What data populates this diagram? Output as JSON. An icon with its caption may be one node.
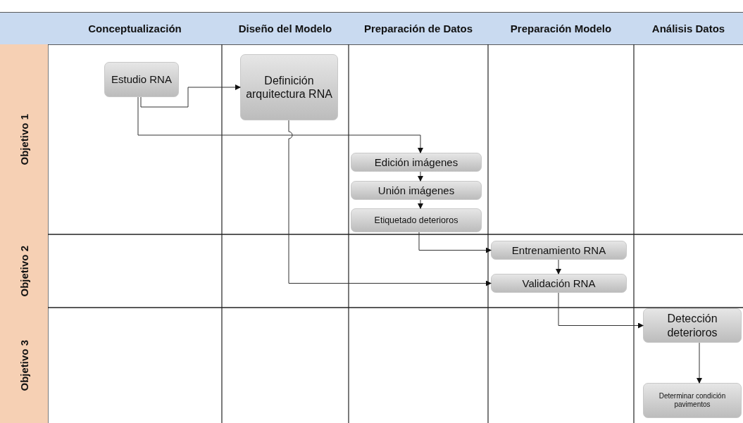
{
  "diagram": {
    "nodes": [
      {
        "text": [
          "Conceptualización"
        ]
      },
      {
        "text": [
          "Diseño del Modelo"
        ]
      },
      {
        "text": [
          "Preparación de Datos"
        ]
      },
      {
        "text": [
          "Preparación Modelo"
        ]
      },
      {
        "text": [
          "Análisis Datos"
        ]
      },
      {
        "text": [
          "Objetivo 1"
        ]
      },
      {
        "text": [
          "Objetivo 2"
        ]
      },
      {
        "text": [
          "Objetivo 3"
        ]
      },
      {
        "text": [
          "Estudio RNA"
        ]
      },
      {
        "text": [
          "Definición arquitectura RNA"
        ]
      },
      {
        "text": [
          "Edición imágenes"
        ]
      },
      {
        "text": [
          "Unión imágenes"
        ]
      },
      {
        "text": [
          "Etiquetado deterioros"
        ]
      },
      {
        "text": [
          "Entrenamiento RNA"
        ]
      },
      {
        "text": [
          "Validación RNA"
        ]
      },
      {
        "text": [
          "Detección deterioros"
        ]
      },
      {
        "text": [
          "Determinar condición pavimentos"
        ]
      }
    ],
    "edges": [
      {
        "from": 8,
        "to": 9,
        "arrow": "to"
      },
      {
        "from": 8,
        "to": 10,
        "arrow": "to"
      },
      {
        "from": 10,
        "to": 11,
        "arrow": "to"
      },
      {
        "from": 11,
        "to": 12,
        "arrow": "to"
      },
      {
        "from": 12,
        "to": 13,
        "arrow": "to"
      },
      {
        "from": 9,
        "to": 14,
        "arrow": "to"
      },
      {
        "from": 13,
        "to": 14,
        "arrow": "to"
      },
      {
        "from": 14,
        "to": 15,
        "arrow": "to"
      },
      {
        "from": 15,
        "to": 16,
        "arrow": "to"
      }
    ]
  }
}
